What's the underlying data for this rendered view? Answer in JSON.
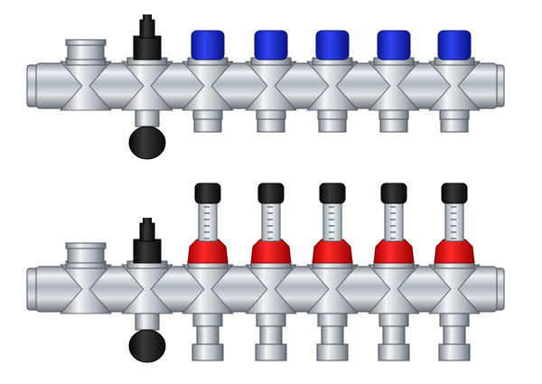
{
  "colors": {
    "background": "#ffffff",
    "metal": "#c9ced4",
    "valve_cap_blue": "#1d2fd0",
    "flowmeter_nut_red": "#e01010",
    "vent_black": "#1a1a1a"
  },
  "top_manifold": {
    "outlets": 5,
    "outlet_cap": "blue-valve-cap"
  },
  "bottom_manifold": {
    "outlets": 5,
    "outlet_cap": "flowmeter"
  }
}
